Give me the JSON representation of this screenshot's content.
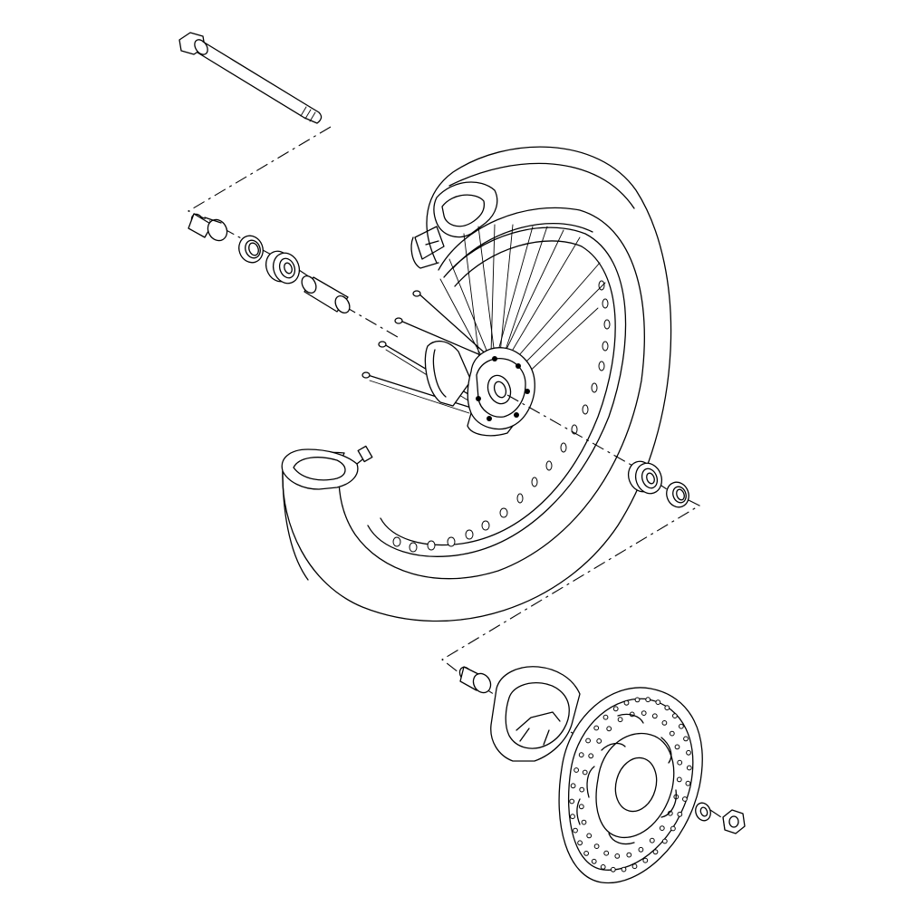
{
  "diagram": {
    "parts": [
      {
        "id": "axle",
        "icon": "axle-icon"
      },
      {
        "id": "left-collar",
        "icon": "collar-icon"
      },
      {
        "id": "left-oil-seal",
        "icon": "oil-seal-icon"
      },
      {
        "id": "left-bearing",
        "icon": "bearing-icon"
      },
      {
        "id": "spacer",
        "icon": "spacer-icon"
      },
      {
        "id": "spokes",
        "icon": "spoke-icon"
      },
      {
        "id": "tire",
        "icon": "tire-icon"
      },
      {
        "id": "rim",
        "icon": "rim-icon"
      },
      {
        "id": "hub",
        "icon": "hub-icon"
      },
      {
        "id": "right-bearing",
        "icon": "bearing-icon"
      },
      {
        "id": "right-oil-seal",
        "icon": "oil-seal-icon"
      },
      {
        "id": "right-collar",
        "icon": "collar-icon"
      },
      {
        "id": "disc-guard-ring",
        "icon": "ring-icon"
      },
      {
        "id": "brake-disc",
        "icon": "brake-disc-icon"
      },
      {
        "id": "washer",
        "icon": "washer-icon"
      },
      {
        "id": "axle-nut",
        "icon": "nut-icon"
      }
    ],
    "line_color": "#000000",
    "background": "#ffffff"
  }
}
